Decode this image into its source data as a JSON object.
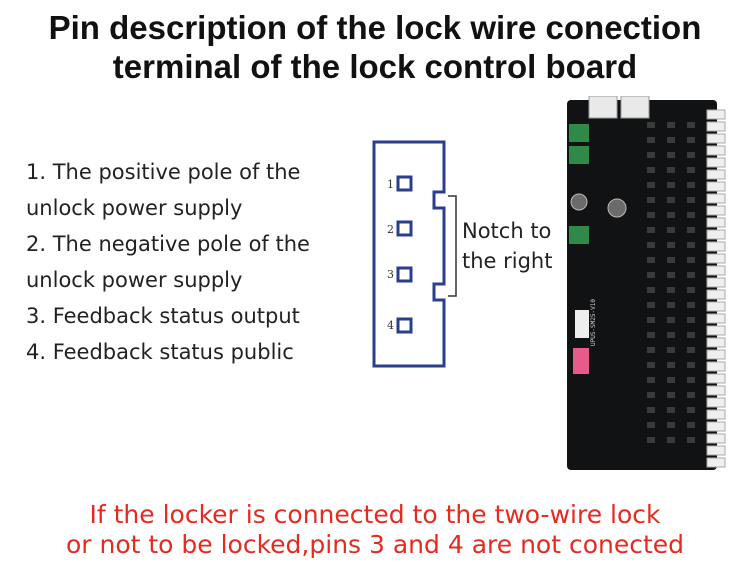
{
  "title": {
    "line1": "Pin description of the lock wire conection",
    "line2": "terminal of the lock control board"
  },
  "pin_descriptions": [
    "1. The positive pole of the",
    "unlock power supply",
    "2. The negative pole of the",
    "unlock power supply",
    "3. Feedback status output",
    "4. Feedback status public"
  ],
  "connector": {
    "pin_numbers": [
      "1",
      "2",
      "3",
      "4"
    ],
    "notch_label_line1": "Notch to",
    "notch_label_line2": "the right",
    "outline_color": "#2a3d8f"
  },
  "board": {
    "silk_label": "UPUS-SM25-V10"
  },
  "note": {
    "line1": "If the locker is connected to the two-wire lock",
    "line2": "or not to be locked,pins 3 and 4 are not conected",
    "color": "#e32b1f"
  }
}
